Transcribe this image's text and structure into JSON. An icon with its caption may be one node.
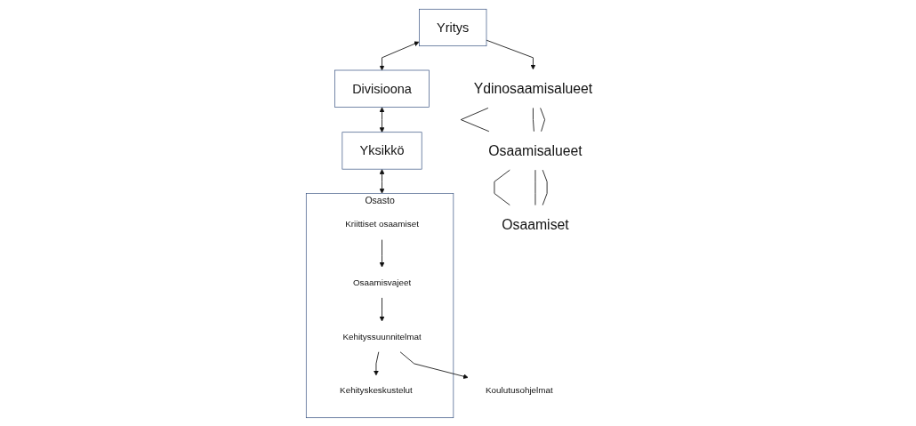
{
  "diagram": {
    "nodes": [
      {
        "text": [
          "Yritys"
        ]
      },
      {
        "text": [
          "Divisioona"
        ]
      },
      {
        "text": [
          "Yksikkö"
        ]
      },
      {
        "text": [
          "Osasto"
        ]
      },
      {
        "text": [
          "Kriittiset osaamiset"
        ],
        "in": 3
      },
      {
        "text": [
          "Osaamisvajeet"
        ],
        "in": 3
      },
      {
        "text": [
          "Kehityssuunnitelmat"
        ],
        "in": 3
      },
      {
        "text": [
          "Kehityskeskustelut"
        ],
        "in": 3
      },
      {
        "text": [
          "Koulutusohjelmat"
        ]
      },
      {
        "text": [
          "Ydinosaamisalueet"
        ]
      },
      {
        "text": [
          "Osaamisalueet"
        ]
      },
      {
        "text": [
          "Osaamiset"
        ]
      }
    ],
    "edges": [
      {
        "from": 0,
        "to": 1,
        "arrow": "both"
      },
      {
        "from": 1,
        "to": 2,
        "arrow": "both"
      },
      {
        "from": 2,
        "to": 3,
        "arrow": "both"
      },
      {
        "from": 0,
        "to": 9,
        "arrow": "to"
      },
      {
        "from": 9,
        "to": 10,
        "arrow": "none"
      },
      {
        "from": 9,
        "to": 10,
        "arrow": "none"
      },
      {
        "from": 9,
        "to": 10,
        "arrow": "none"
      },
      {
        "from": 10,
        "to": 11,
        "arrow": "none"
      },
      {
        "from": 10,
        "to": 11,
        "arrow": "none"
      },
      {
        "from": 10,
        "to": 11,
        "arrow": "none"
      },
      {
        "from": 4,
        "to": 5,
        "arrow": "to"
      },
      {
        "from": 5,
        "to": 6,
        "arrow": "to"
      },
      {
        "from": 6,
        "to": 7,
        "arrow": "to"
      },
      {
        "from": 6,
        "to": 8,
        "arrow": "to"
      }
    ]
  }
}
